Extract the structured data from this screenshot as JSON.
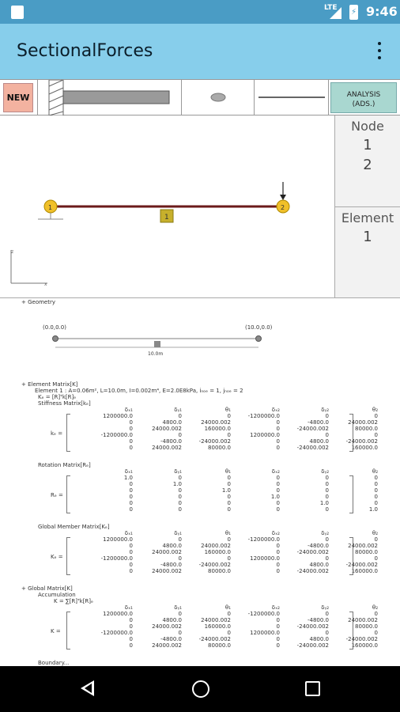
{
  "status": {
    "time": "9:46",
    "network": "LTE",
    "battery_icon": "battery-icon"
  },
  "app": {
    "title": "SectionalForces"
  },
  "toolbar": {
    "new_label": "NEW",
    "analysis_label_1": "ANALYSIS",
    "analysis_label_2": "(ADS.)"
  },
  "side": {
    "node_header": "Node",
    "nodes": [
      "1",
      "2"
    ],
    "element_header": "Element",
    "elements": [
      "1"
    ]
  },
  "model": {
    "node1_label": "1",
    "node2_label": "2",
    "element_label": "1",
    "axis_z": "z",
    "axis_x": "x"
  },
  "report": {
    "geometry_header": "+ Geometry",
    "coord_left": "(0.0,0.0)",
    "coord_right": "(10.0,0.0)",
    "length": "10.0m",
    "element_matrix_header": "+ Element Matrix[K]",
    "element_desc": "Element 1 : A=0.06m², L=10.0m, I=0.002m⁴, E=2.0E8kPa, iₙₒₑ = 1, jₙₒₑ = 2",
    "ke_formula": "Kₑ = [R]ᵀk[R]ₑ",
    "stiffness_title": "Stiffness Matrix[kₑ]",
    "rotation_title": "Rotation Matrix[Rₑ]",
    "global_member_title": "Global Member Matrix[Kₑ]",
    "global_matrix_header": "+ Global Matrix[K]",
    "accumulation": "Accumulation",
    "k_sum": "K = ∑[R]ᵀk[R]ₑ",
    "next_section": "Boundary...",
    "col_headers": [
      "δₓ₁",
      "δᵧ₁",
      "θ₁",
      "δₓ₂",
      "δᵧ₂",
      "θ₂"
    ],
    "stiffness_rows": [
      [
        "1200000.0",
        "0",
        "0",
        "-1200000.0",
        "0",
        "0"
      ],
      [
        "0",
        "4800.0",
        "24000.002",
        "0",
        "-4800.0",
        "24000.002"
      ],
      [
        "0",
        "24000.002",
        "160000.0",
        "0",
        "-24000.002",
        "80000.0"
      ],
      [
        "-1200000.0",
        "0",
        "0",
        "1200000.0",
        "0",
        "0"
      ],
      [
        "0",
        "-4800.0",
        "-24000.002",
        "0",
        "4800.0",
        "-24000.002"
      ],
      [
        "0",
        "24000.002",
        "80000.0",
        "0",
        "-24000.002",
        "160000.0"
      ]
    ],
    "rotation_rows": [
      [
        "1.0",
        "0",
        "0",
        "0",
        "0",
        "0"
      ],
      [
        "0",
        "1.0",
        "0",
        "0",
        "0",
        "0"
      ],
      [
        "0",
        "0",
        "1.0",
        "0",
        "0",
        "0"
      ],
      [
        "0",
        "0",
        "0",
        "1.0",
        "0",
        "0"
      ],
      [
        "0",
        "0",
        "0",
        "0",
        "1.0",
        "0"
      ],
      [
        "0",
        "0",
        "0",
        "0",
        "0",
        "1.0"
      ]
    ],
    "stiffness_label": "kₑ =",
    "rotation_label": "Rₑ =",
    "global_member_label": "Kₑ =",
    "global_label": "K ="
  }
}
